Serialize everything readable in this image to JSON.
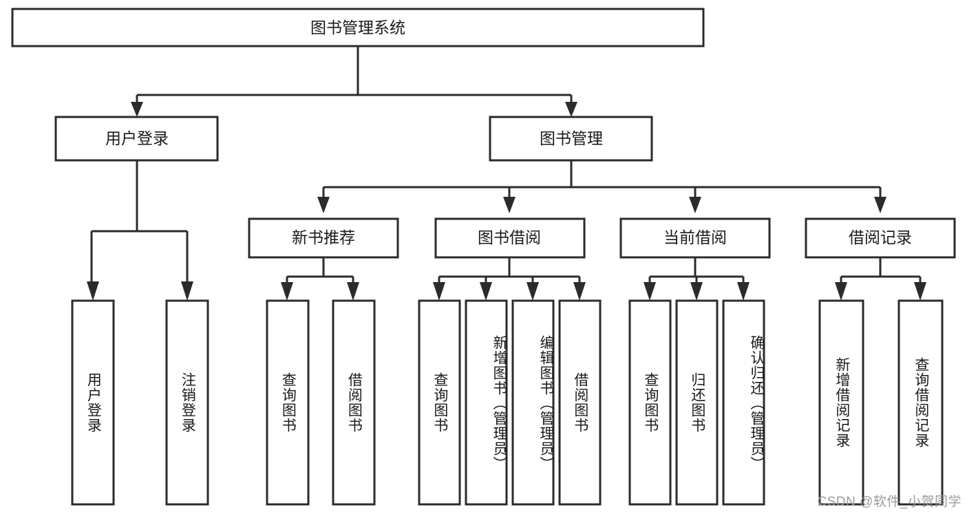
{
  "diagram": {
    "type": "tree-hierarchy",
    "title": "图书管理系统",
    "root": {
      "id": "root",
      "label": "图书管理系统",
      "orientation": "horizontal"
    },
    "level2": [
      {
        "id": "user-login",
        "label": "用户登录",
        "orientation": "horizontal"
      },
      {
        "id": "book-manage",
        "label": "图书管理",
        "orientation": "horizontal"
      }
    ],
    "level3": [
      {
        "id": "new-book-rec",
        "label": "新书推荐",
        "orientation": "horizontal",
        "parent": "book-manage"
      },
      {
        "id": "book-borrow",
        "label": "图书借阅",
        "orientation": "horizontal",
        "parent": "book-manage"
      },
      {
        "id": "current-borrow",
        "label": "当前借阅",
        "orientation": "horizontal",
        "parent": "book-manage"
      },
      {
        "id": "borrow-record",
        "label": "借阅记录",
        "orientation": "horizontal",
        "parent": "book-manage"
      }
    ],
    "leaves": [
      {
        "id": "leaf-user-login",
        "label": "用户登录",
        "parent": "user-login",
        "orientation": "vertical"
      },
      {
        "id": "leaf-logout",
        "label": "注销登录",
        "parent": "user-login",
        "orientation": "vertical"
      },
      {
        "id": "leaf-query-book-1",
        "label": "查询图书",
        "parent": "new-book-rec",
        "orientation": "vertical"
      },
      {
        "id": "leaf-borrow-book-1",
        "label": "借阅图书",
        "parent": "new-book-rec",
        "orientation": "vertical"
      },
      {
        "id": "leaf-query-book-2",
        "label": "查询图书",
        "parent": "book-borrow",
        "orientation": "vertical"
      },
      {
        "id": "leaf-add-book",
        "label": "新增图书（管理员）",
        "parent": "book-borrow",
        "orientation": "vertical"
      },
      {
        "id": "leaf-edit-book",
        "label": "编辑图书（管理员）",
        "parent": "book-borrow",
        "orientation": "vertical"
      },
      {
        "id": "leaf-borrow-book-2",
        "label": "借阅图书",
        "parent": "book-borrow",
        "orientation": "vertical"
      },
      {
        "id": "leaf-query-book-3",
        "label": "查询图书",
        "parent": "current-borrow",
        "orientation": "vertical"
      },
      {
        "id": "leaf-return-book",
        "label": "归还图书",
        "parent": "current-borrow",
        "orientation": "vertical"
      },
      {
        "id": "leaf-confirm-return",
        "label": "确认归还（管理员）",
        "parent": "current-borrow",
        "orientation": "vertical"
      },
      {
        "id": "leaf-add-record",
        "label": "新增借阅记录",
        "parent": "borrow-record",
        "orientation": "vertical"
      },
      {
        "id": "leaf-query-record",
        "label": "查询借阅记录",
        "parent": "borrow-record",
        "orientation": "vertical"
      }
    ],
    "colors": {
      "stroke": "#2b2b2b",
      "fill": "#ffffff",
      "text": "#1a1a1a",
      "watermark": "#9a9a9a"
    }
  },
  "watermark": {
    "text": "CSDN @软件_小贺同学"
  }
}
